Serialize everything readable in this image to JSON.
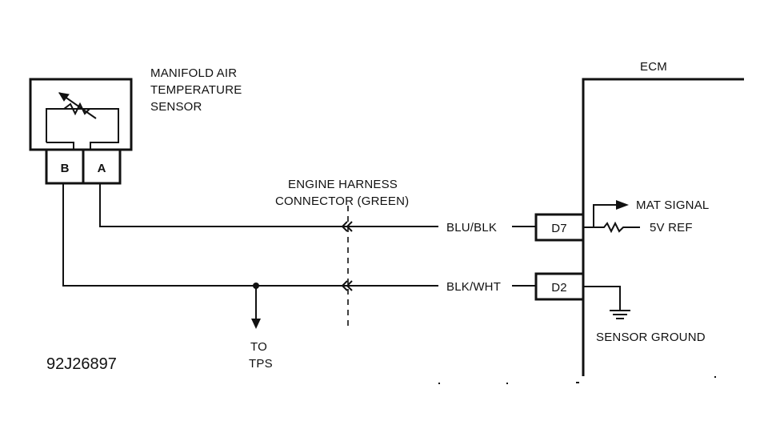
{
  "sensor": {
    "title_line1": "MANIFOLD AIR",
    "title_line2": "TEMPERATURE",
    "title_line3": "SENSOR",
    "pin_b": "B",
    "pin_a": "A"
  },
  "connector": {
    "label_line1": "ENGINE HARNESS",
    "label_line2": "CONNECTOR (GREEN)"
  },
  "wires": {
    "upper_color": "BLU/BLK",
    "lower_color": "BLK/WHT"
  },
  "ecm": {
    "label": "ECM",
    "terminal_upper": "D7",
    "terminal_lower": "D2",
    "mat_signal": "MAT SIGNAL",
    "ref_5v": "5V REF",
    "sensor_ground": "SENSOR GROUND"
  },
  "tps": {
    "line1": "TO",
    "line2": "TPS"
  },
  "figure_code": "92J26897"
}
